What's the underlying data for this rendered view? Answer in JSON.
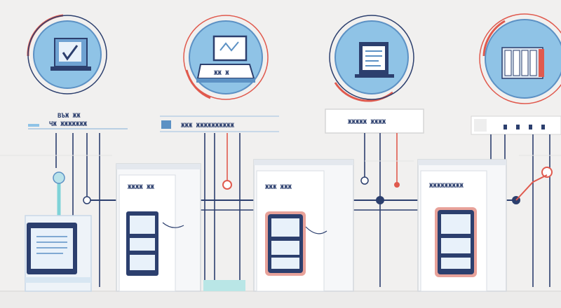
{
  "labels": {
    "label_1_line1": "ВЪЖ ЖЖ",
    "label_1_line2": "ЧЖ ЖЖЖЖЖЖЖ",
    "label_2": "ЖЖЖ ЖЖЖЖЖЖЖЖЖЖ",
    "label_3": "ЖЖЖЖЖ ЖЖЖЖ",
    "unit_1": "ЖЖЖЖ ЖЖ",
    "unit_2": "ЖЖЖ ЖЖЖ",
    "unit_3": "ЖЖЖЖЖЖЖЖЖ",
    "laptop_text": "ЖЖ Ж"
  },
  "palette": {
    "background": "#f1f0ef",
    "circle_blue": "#8fc3e6",
    "accent_red": "#e05a4e",
    "navy": "#2c3f6e",
    "teal": "#7fd3d8"
  },
  "icons": [
    "monitor-icon",
    "laptop-icon",
    "document-screen-icon",
    "server-rack-icon"
  ]
}
